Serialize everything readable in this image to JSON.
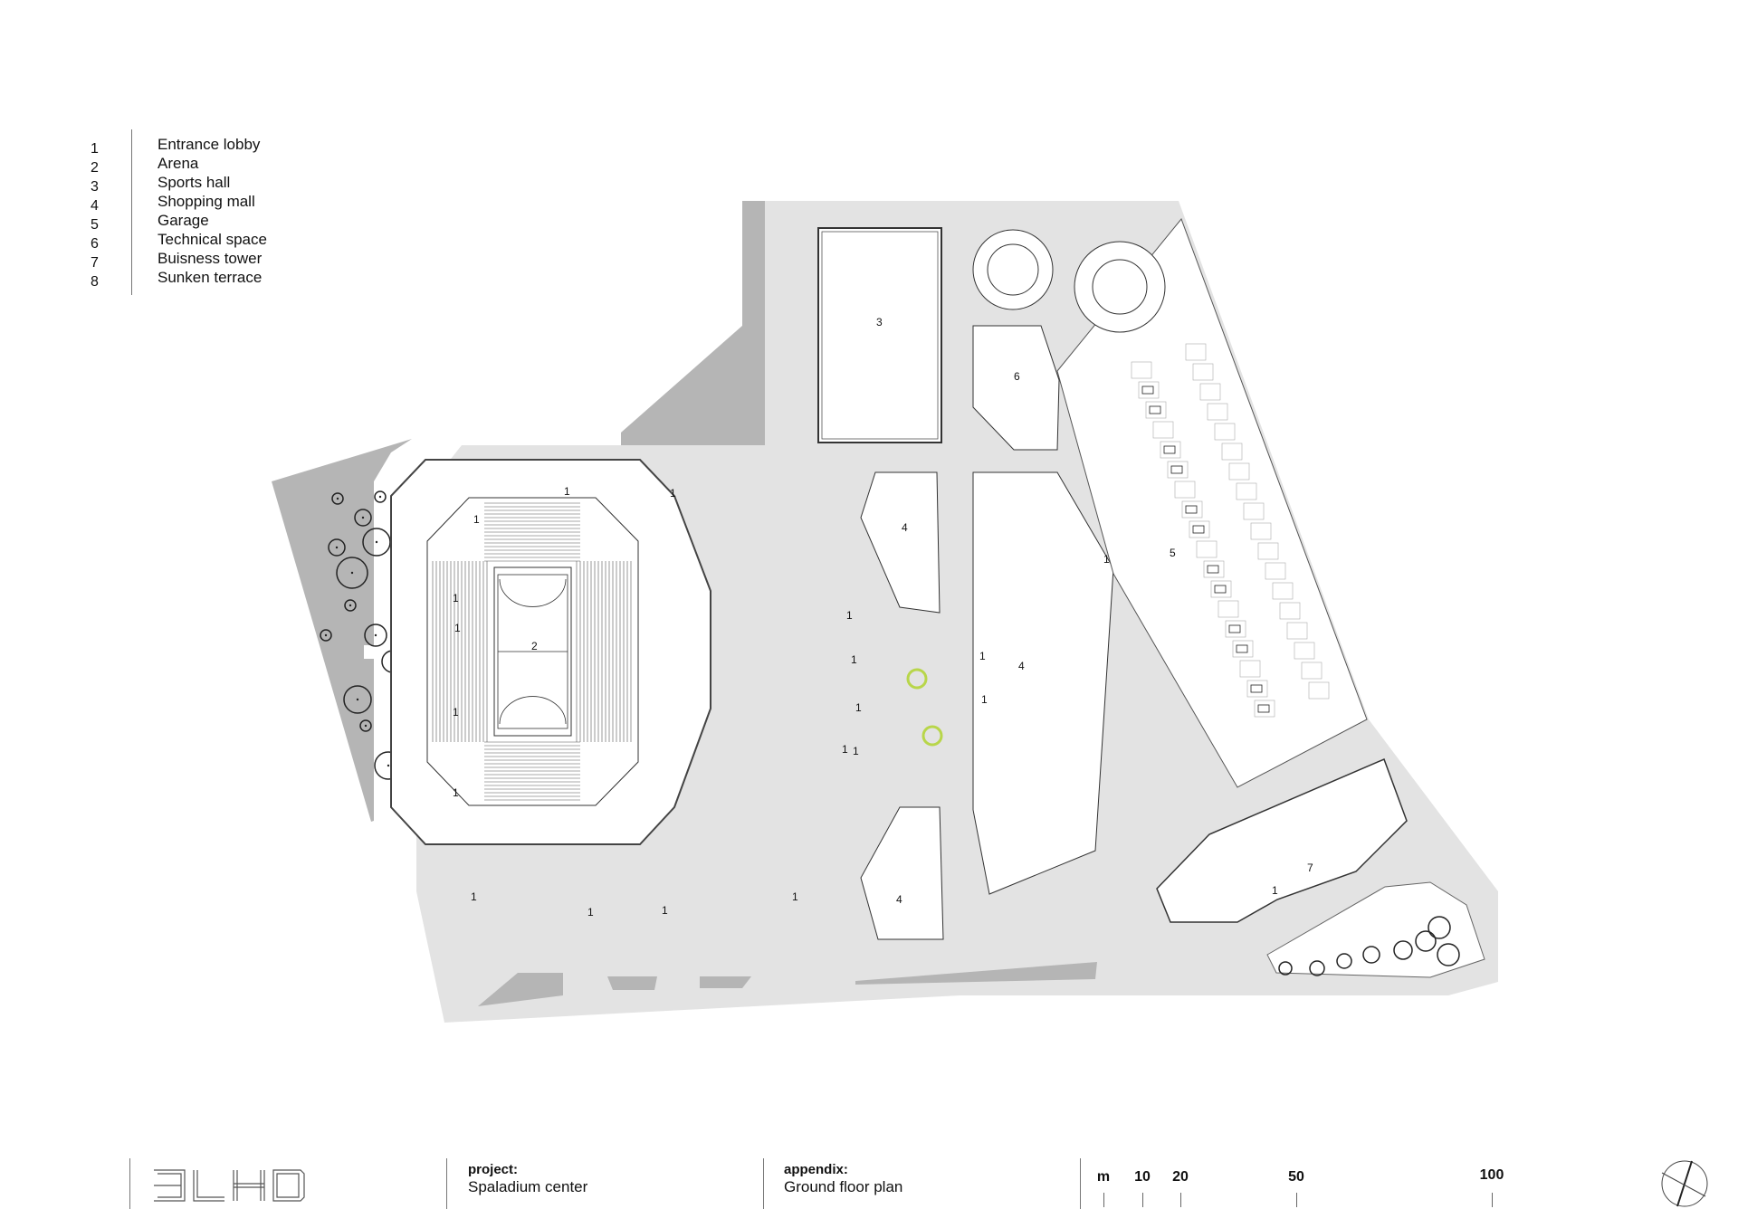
{
  "legend": [
    {
      "num": "1",
      "label": "Entrance lobby"
    },
    {
      "num": "2",
      "label": "Arena"
    },
    {
      "num": "3",
      "label": "Sports hall"
    },
    {
      "num": "4",
      "label": "Shopping mall"
    },
    {
      "num": "5",
      "label": "Garage"
    },
    {
      "num": "6",
      "label": "Technical space"
    },
    {
      "num": "7",
      "label": "Buisness tower"
    },
    {
      "num": "8",
      "label": "Sunken terrace"
    }
  ],
  "plan_labels": {
    "arena": "2",
    "sports_hall": "3",
    "mall": "4",
    "garage": "5",
    "technical": "6",
    "tower": "7",
    "lobby": "1"
  },
  "footer": {
    "logo": "3LHD",
    "project_label": "project:",
    "project_value": "Spaladium center",
    "appendix_label": "appendix:",
    "appendix_value": "Ground floor plan",
    "scale_unit": "m",
    "scale_marks": [
      "10",
      "20",
      "50",
      "100"
    ]
  },
  "colors": {
    "site": "#e3e3e3",
    "park": "#b5b5b5",
    "accent_green": "#b8d64a"
  }
}
